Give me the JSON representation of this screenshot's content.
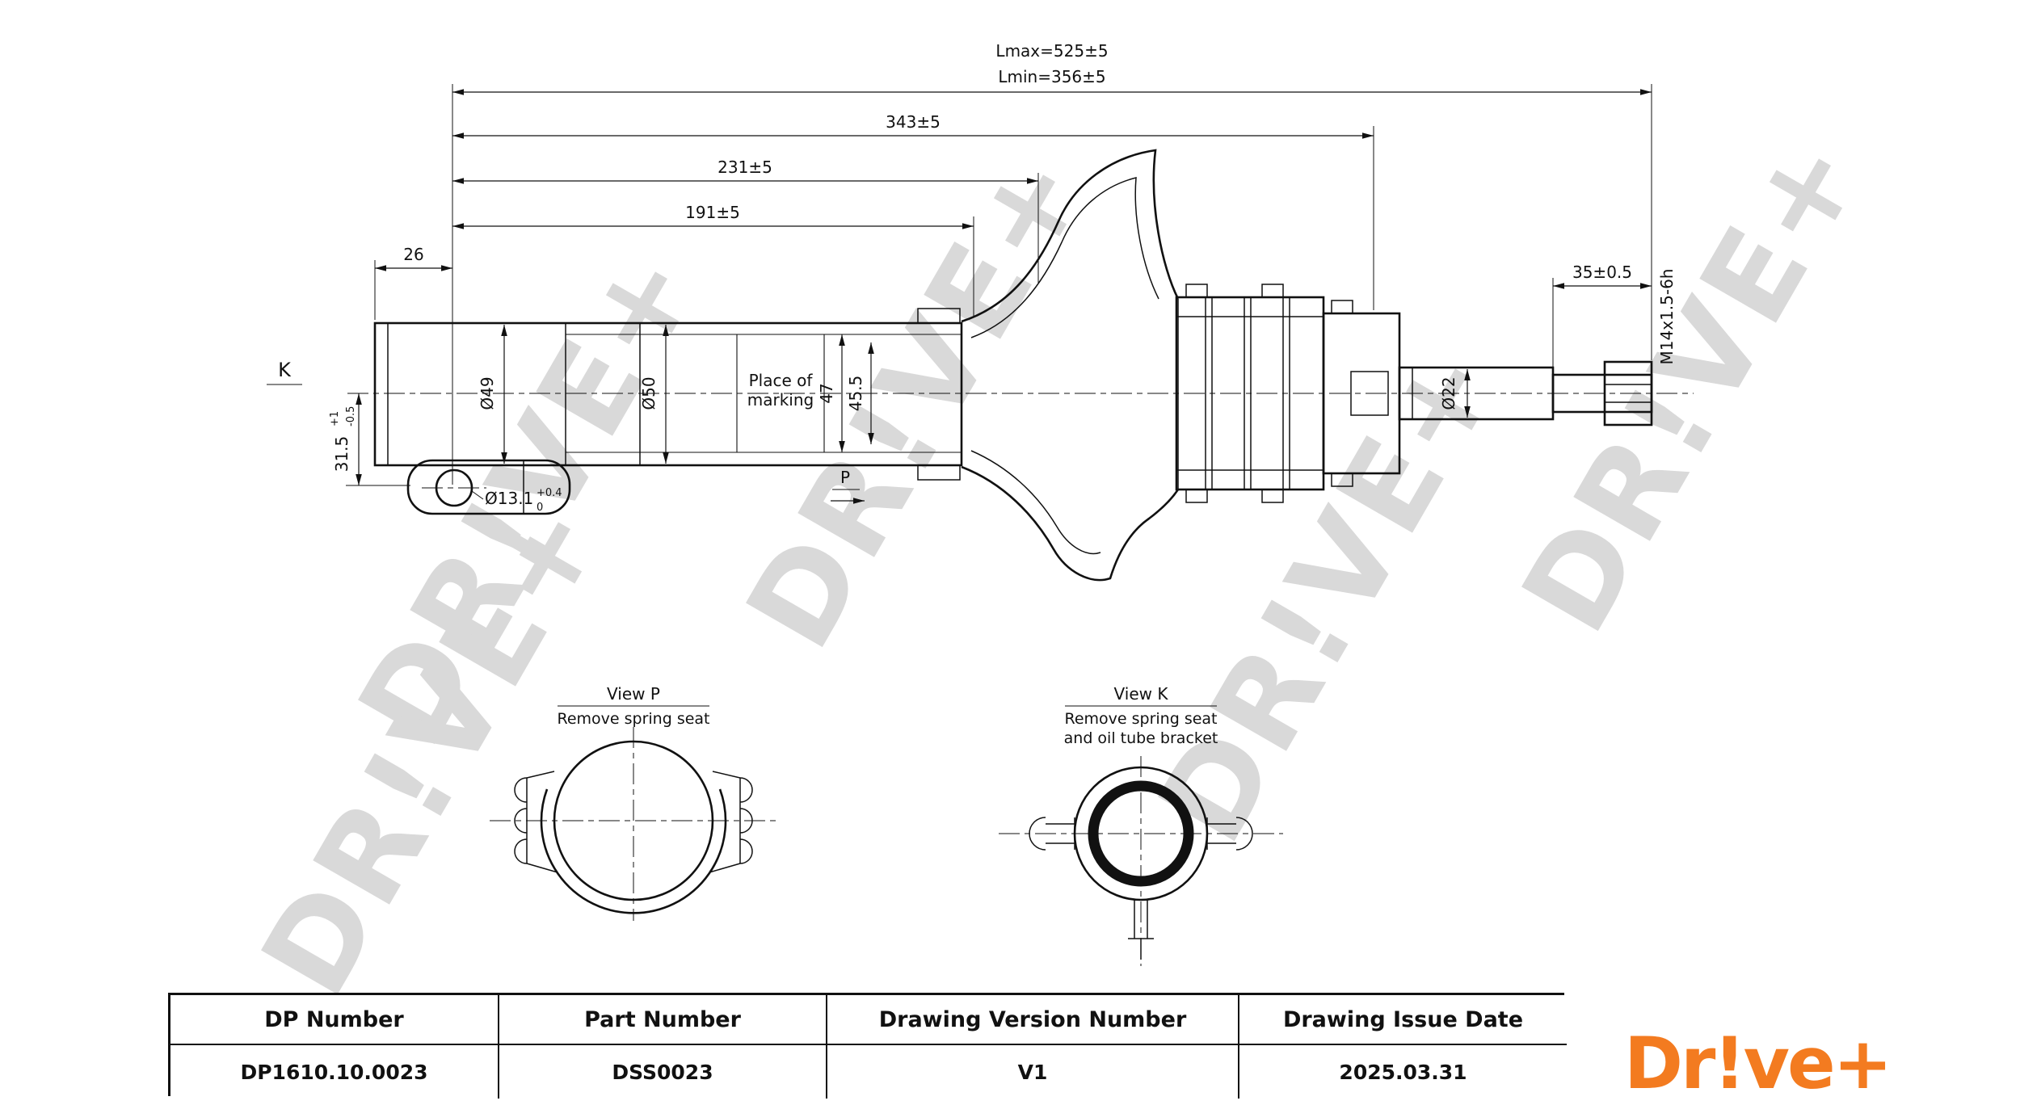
{
  "meta": {
    "watermark_text": "DR!VE+",
    "accent_color": "#F37B20",
    "line_color": "#111111",
    "watermark_color": "#D9D9D9"
  },
  "dims": {
    "lmax": "Lmax=525±5",
    "lmin": "Lmin=356±5",
    "len_343": "343±5",
    "len_231": "231±5",
    "len_191": "191±5",
    "len_26": "26",
    "len_35": "35±0.5",
    "thread_spec": "M14x1.5-6h",
    "dia_49": "Ø49",
    "dia_50": "Ø50",
    "dia_22": "Ø22",
    "len_47": "47",
    "len_45_5": "45.5",
    "len_31_5": "31.5",
    "len_31_5_tol_up": "+1",
    "len_31_5_tol_dn": "-0.5",
    "dia_13_1": "Ø13.1",
    "dia_13_1_tol_up": "+0.4",
    "dia_13_1_tol_dn": "0",
    "marking_line1": "Place of",
    "marking_line2": "marking",
    "view_k_label": "K",
    "view_p_label": "P"
  },
  "views": {
    "p": {
      "title": "View P",
      "note": "Remove spring seat"
    },
    "k": {
      "title": "View K",
      "note_line1": "Remove spring seat",
      "note_line2": "and oil tube bracket"
    }
  },
  "title_block": {
    "headers": [
      "DP Number",
      "Part Number",
      "Drawing Version Number",
      "Drawing Issue Date"
    ],
    "values": [
      "DP1610.10.0023",
      "DSS0023",
      "V1",
      "2025.03.31"
    ]
  },
  "logo_text": "Dr!ve+"
}
